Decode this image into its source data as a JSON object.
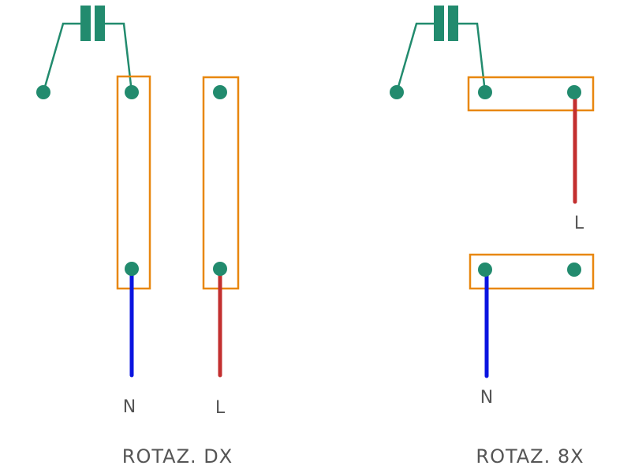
{
  "colors": {
    "terminal": "#228B6E",
    "terminal_block": "#E8870F",
    "neutral_wire": "#0A14E0",
    "live_wire": "#C32F2F",
    "capacitor_lead": "#228B6E",
    "text": "#555555"
  },
  "left_diagram": {
    "caption": "ROTAZ. DX",
    "neutral_label": "N",
    "live_label": "L"
  },
  "right_diagram": {
    "caption": "ROTAZ. 8X",
    "neutral_label": "N",
    "live_label": "L"
  }
}
